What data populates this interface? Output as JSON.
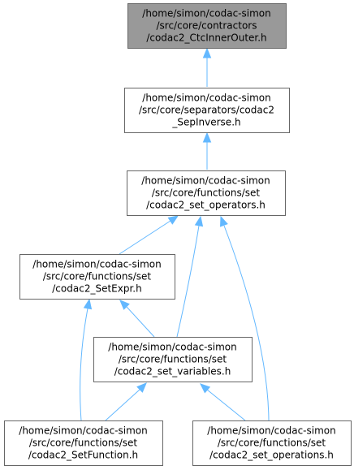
{
  "diagram": {
    "nodes": [
      {
        "id": "inner_outer",
        "lines": [
          "/home/simon/codac-simon",
          "/src/core/contractors",
          "/codac2_CtcInnerOuter.h"
        ],
        "highlighted": true
      },
      {
        "id": "sep_inverse",
        "lines": [
          "/home/simon/codac-simon",
          "/src/core/separators/codac2",
          "_SepInverse.h"
        ]
      },
      {
        "id": "set_operators",
        "lines": [
          "/home/simon/codac-simon",
          "/src/core/functions/set",
          "/codac2_set_operators.h"
        ]
      },
      {
        "id": "set_expr",
        "lines": [
          "/home/simon/codac-simon",
          "/src/core/functions/set",
          "/codac2_SetExpr.h"
        ]
      },
      {
        "id": "set_variables",
        "lines": [
          "/home/simon/codac-simon",
          "/src/core/functions/set",
          "/codac2_set_variables.h"
        ]
      },
      {
        "id": "set_function",
        "lines": [
          "/home/simon/codac-simon",
          "/src/core/functions/set",
          "/codac2_SetFunction.h"
        ]
      },
      {
        "id": "set_operations",
        "lines": [
          "/home/simon/codac-simon",
          "/src/core/functions/set",
          "/codac2_set_operations.h"
        ]
      }
    ],
    "edges": [
      {
        "from": "sep_inverse",
        "to": "inner_outer"
      },
      {
        "from": "set_operators",
        "to": "sep_inverse"
      },
      {
        "from": "set_expr",
        "to": "set_operators"
      },
      {
        "from": "set_variables",
        "to": "set_operators"
      },
      {
        "from": "set_operations",
        "to": "set_operators"
      },
      {
        "from": "set_variables",
        "to": "set_expr"
      },
      {
        "from": "set_function",
        "to": "set_expr"
      },
      {
        "from": "set_function",
        "to": "set_variables"
      },
      {
        "from": "set_operations",
        "to": "set_variables"
      }
    ],
    "colors": {
      "edge": "#63b8ff",
      "node_border": "#666666",
      "node_fill": "#ffffff",
      "highlight_fill": "#999999"
    }
  }
}
